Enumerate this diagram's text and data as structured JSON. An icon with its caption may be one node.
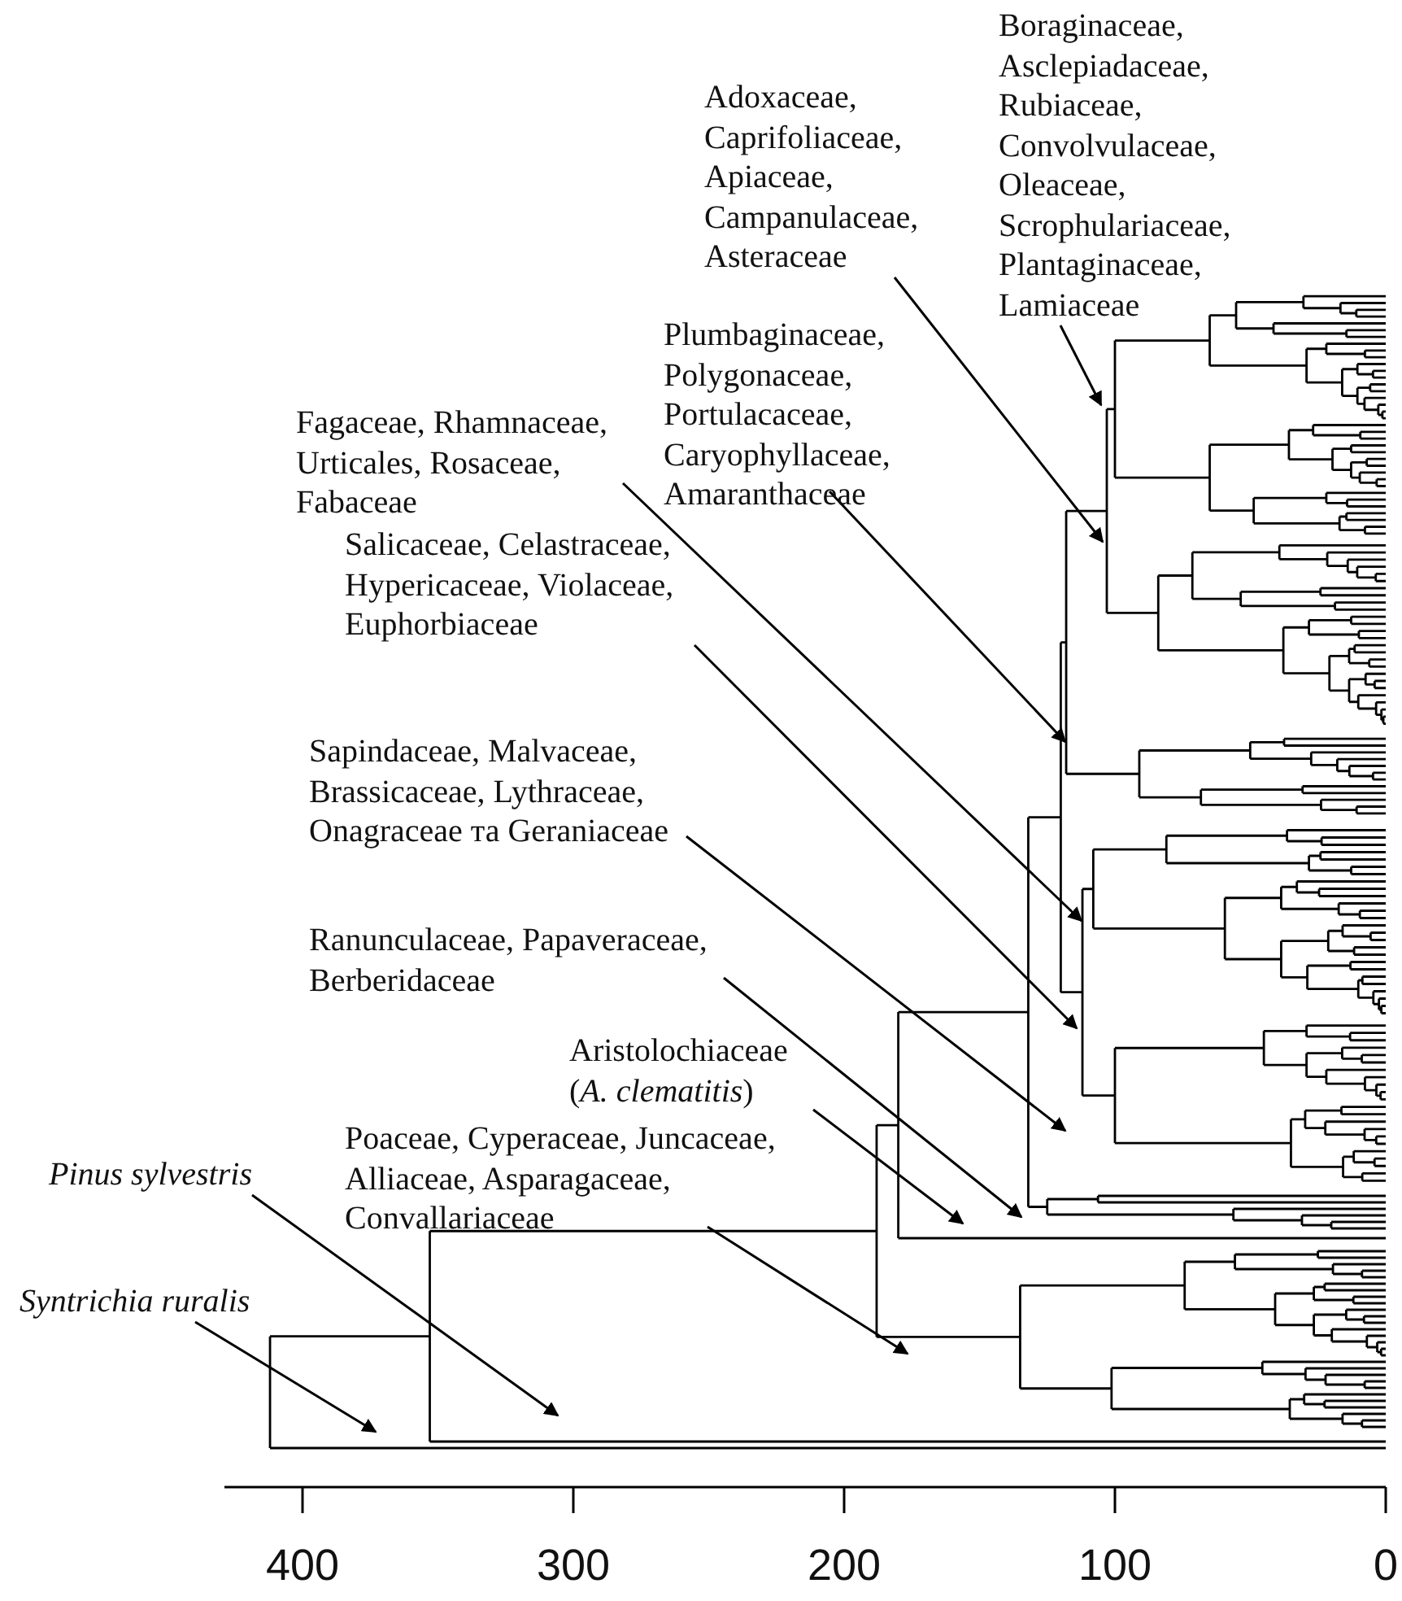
{
  "diagram": {
    "nodes": [
      {
        "text": [
          "Boraginaceae, Asclepiadaceae, Rubiaceae, Convolvulaceae, Oleaceae, Scrophulariaceae, Plantaginaceae, Lamiaceae"
        ]
      },
      {
        "text": [
          "Adoxaceae, Caprifoliaceae, Apiaceae, Campanulaceae, Asteraceae"
        ]
      },
      {
        "text": [
          "Plumbaginaceae, Polygonaceae, Portulacaceae, Caryophyllaceae, Amaranthaceae"
        ]
      },
      {
        "text": [
          "Fagaceae, Rhamnaceae, Urticales, Rosaceae, Fabaceae"
        ]
      },
      {
        "text": [
          "Salicaceae, Celastraceae, Hypericaceae, Violaceae, Euphorbiaceae"
        ]
      },
      {
        "text": [
          "Sapindaceae, Malvaceae, Brassicaceae, Lythraceae, Onagraceae та Geraniaceae"
        ]
      },
      {
        "text": [
          "Ranunculaceae, Papaveraceae, Berberidaceae"
        ]
      },
      {
        "text": [
          "Aristolochiaceae (*A. clematitis*)"
        ]
      },
      {
        "text": [
          "Poaceae, Cyperaceae, Juncaceae, Alliaceae, Asparagaceae, Convallariaceae"
        ]
      },
      {
        "text": [
          "Pinus sylvestris"
        ]
      },
      {
        "text": [
          "Syntrichia ruralis"
        ]
      }
    ],
    "edges": [
      {
        "from": 0,
        "to": null,
        "arrow": "to"
      },
      {
        "from": 1,
        "to": null,
        "arrow": "to"
      },
      {
        "from": 2,
        "to": null,
        "arrow": "to"
      },
      {
        "from": 3,
        "to": null,
        "arrow": "to"
      },
      {
        "from": 4,
        "to": null,
        "arrow": "to"
      },
      {
        "from": 5,
        "to": null,
        "arrow": "to"
      },
      {
        "from": 6,
        "to": null,
        "arrow": "to"
      },
      {
        "from": 7,
        "to": null,
        "arrow": "to"
      },
      {
        "from": 8,
        "to": null,
        "arrow": "to"
      },
      {
        "from": 9,
        "to": null,
        "arrow": "to"
      },
      {
        "from": 10,
        "to": null,
        "arrow": "to"
      }
    ],
    "labels": [
      "400",
      "300",
      "200",
      "100",
      "0"
    ]
  }
}
